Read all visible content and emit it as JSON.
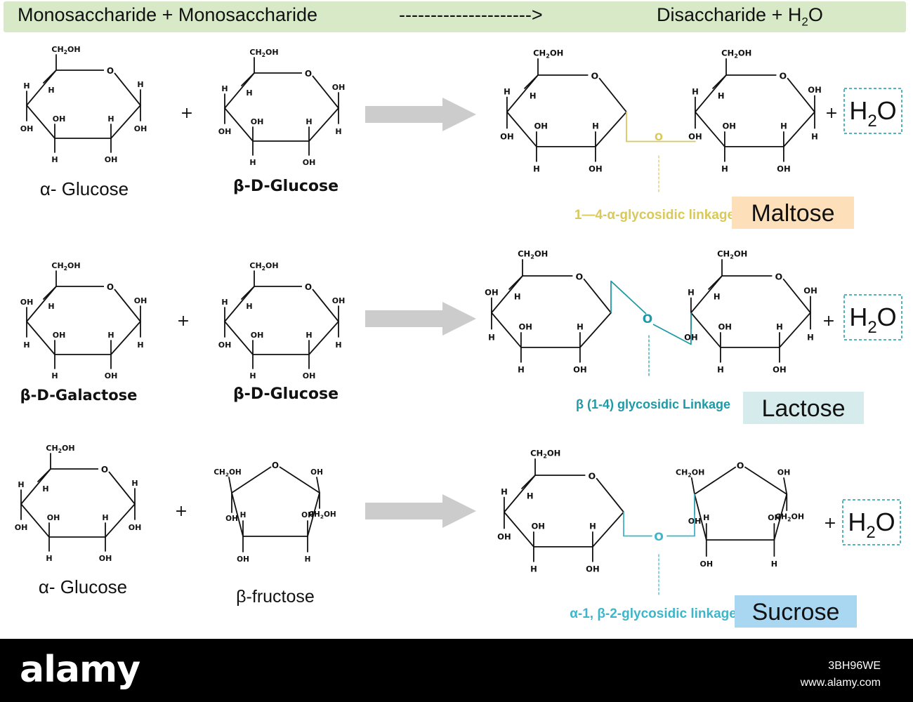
{
  "header": {
    "left": "Monosaccharide + Monosaccharide",
    "arrow": "--------------------->",
    "right_main": "Disaccharide + H",
    "right_sub": "2",
    "right_tail": "O"
  },
  "atoms": {
    "ch2oh_main": "CH",
    "ch2oh_sub": "2",
    "ch2oh_tail": "OH",
    "O": "O",
    "H": "H",
    "OH": "OH"
  },
  "plus": "+",
  "water": {
    "main": "H",
    "sub": "2",
    "tail": "O"
  },
  "reactions": [
    {
      "reactant1": "α- Glucose",
      "reactant2": "β-D-Glucose",
      "linkage": "1—4-α-glycosidic linkage",
      "product": "Maltose",
      "linkage_color": "#d9c95a",
      "product_bg": "#fde0b9"
    },
    {
      "reactant1": "β-D-Galactose",
      "reactant2": "β-D-Glucose",
      "linkage": "β (1-4) glycosidic Linkage",
      "product": "Lactose",
      "linkage_color": "#1e9aa6",
      "product_bg": "#d6ecec"
    },
    {
      "reactant1": "α- Glucose",
      "reactant2": "β-fructose",
      "linkage": "α-1, β-2-glycosidic linkage",
      "product": "Sucrose",
      "linkage_color": "#3fb5c9",
      "product_bg": "#a9d7f2"
    }
  ],
  "footer": {
    "logo": "alamy",
    "image_id": "3BH96WE",
    "url": "www.alamy.com"
  }
}
